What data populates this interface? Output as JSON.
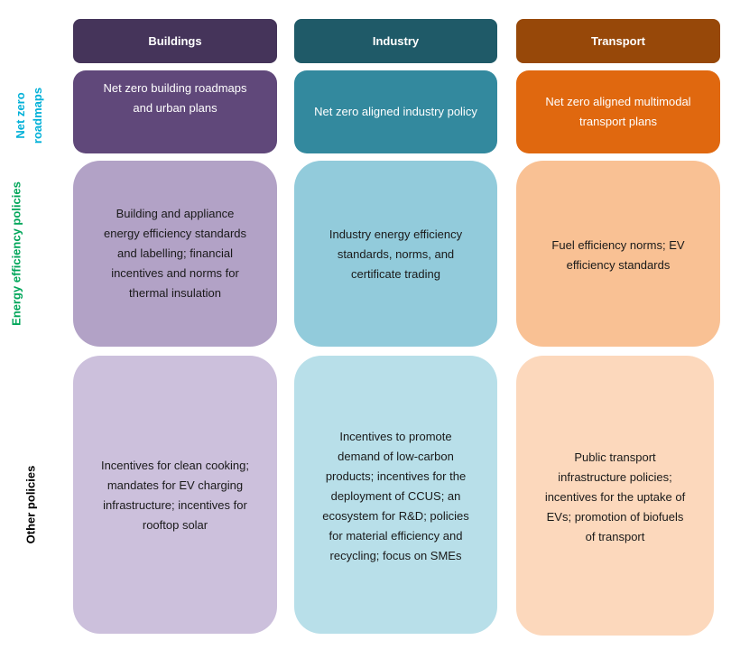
{
  "columns": [
    {
      "label": "Buildings",
      "color": "#45345a"
    },
    {
      "label": "Industry",
      "color": "#1f5a68"
    },
    {
      "label": "Transport",
      "color": "#974809"
    }
  ],
  "rows": [
    {
      "label": "Net zero\nroadmaps",
      "color": "#00b0d8"
    },
    {
      "label": "Energy efficiency policies",
      "color": "#00a65a"
    },
    {
      "label": "Other policies",
      "color": "#000000"
    }
  ],
  "cells": {
    "roadmaps": {
      "buildings": "Net zero building roadmaps\nand urban plans",
      "industry": "Net zero aligned industry policy",
      "transport": "Net zero aligned multimodal\ntransport plans"
    },
    "efficiency": {
      "buildings": "Building and appliance\nenergy efficiency standards\nand labelling; financial\nincentives and norms for\nthermal insulation",
      "industry": "Industry energy efficiency\nstandards, norms, and\ncertificate trading",
      "transport": "Fuel efficiency norms; EV\nefficiency standards"
    },
    "other": {
      "buildings": "Incentives for clean cooking;\nmandates for EV charging\ninfrastructure; incentives for\nrooftop solar",
      "industry": "Incentives to promote\ndemand of low-carbon\nproducts; incentives for the\ndeployment of CCUS; an\necosystem for R&D; policies\nfor material efficiency and\nrecycling; focus on SMEs",
      "transport": "Public transport\ninfrastructure policies;\nincentives for the uptake of\nEVs; promotion of biofuels\nof transport"
    }
  }
}
